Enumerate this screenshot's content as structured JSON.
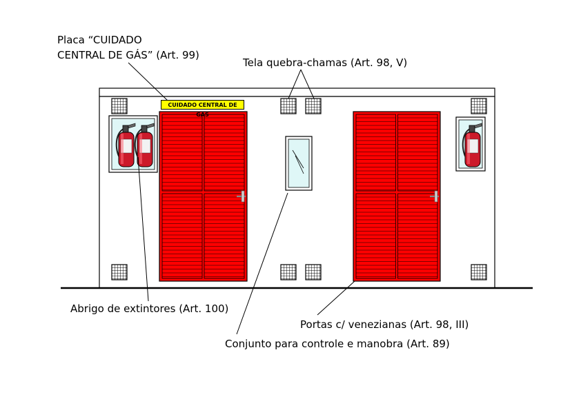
{
  "labels": {
    "placa_line1": "Placa “CUIDADO",
    "placa_line2": "CENTRAL DE GÁS” (Art. 99)",
    "tela": "Tela quebra-chamas (Art. 98, V)",
    "abrigo": "Abrigo de extintores (Art. 100)",
    "portas": "Portas c/ venezianas (Art. 98, III)",
    "conjunto": "Conjunto para controle e manobra (Art. 89)"
  },
  "sign_text": "CUIDADO CENTRAL DE GÁS",
  "colors": {
    "door_red": "#ff0000",
    "sign_yellow": "#ffff00",
    "glass": "#dff7f7",
    "extinguisher": "#cc1a2a",
    "wall": "#ffffff",
    "outline": "#000000"
  },
  "icons": [
    "vent-grille-icon",
    "fire-extinguisher-icon",
    "door-handle-icon",
    "glass-panel-icon"
  ]
}
